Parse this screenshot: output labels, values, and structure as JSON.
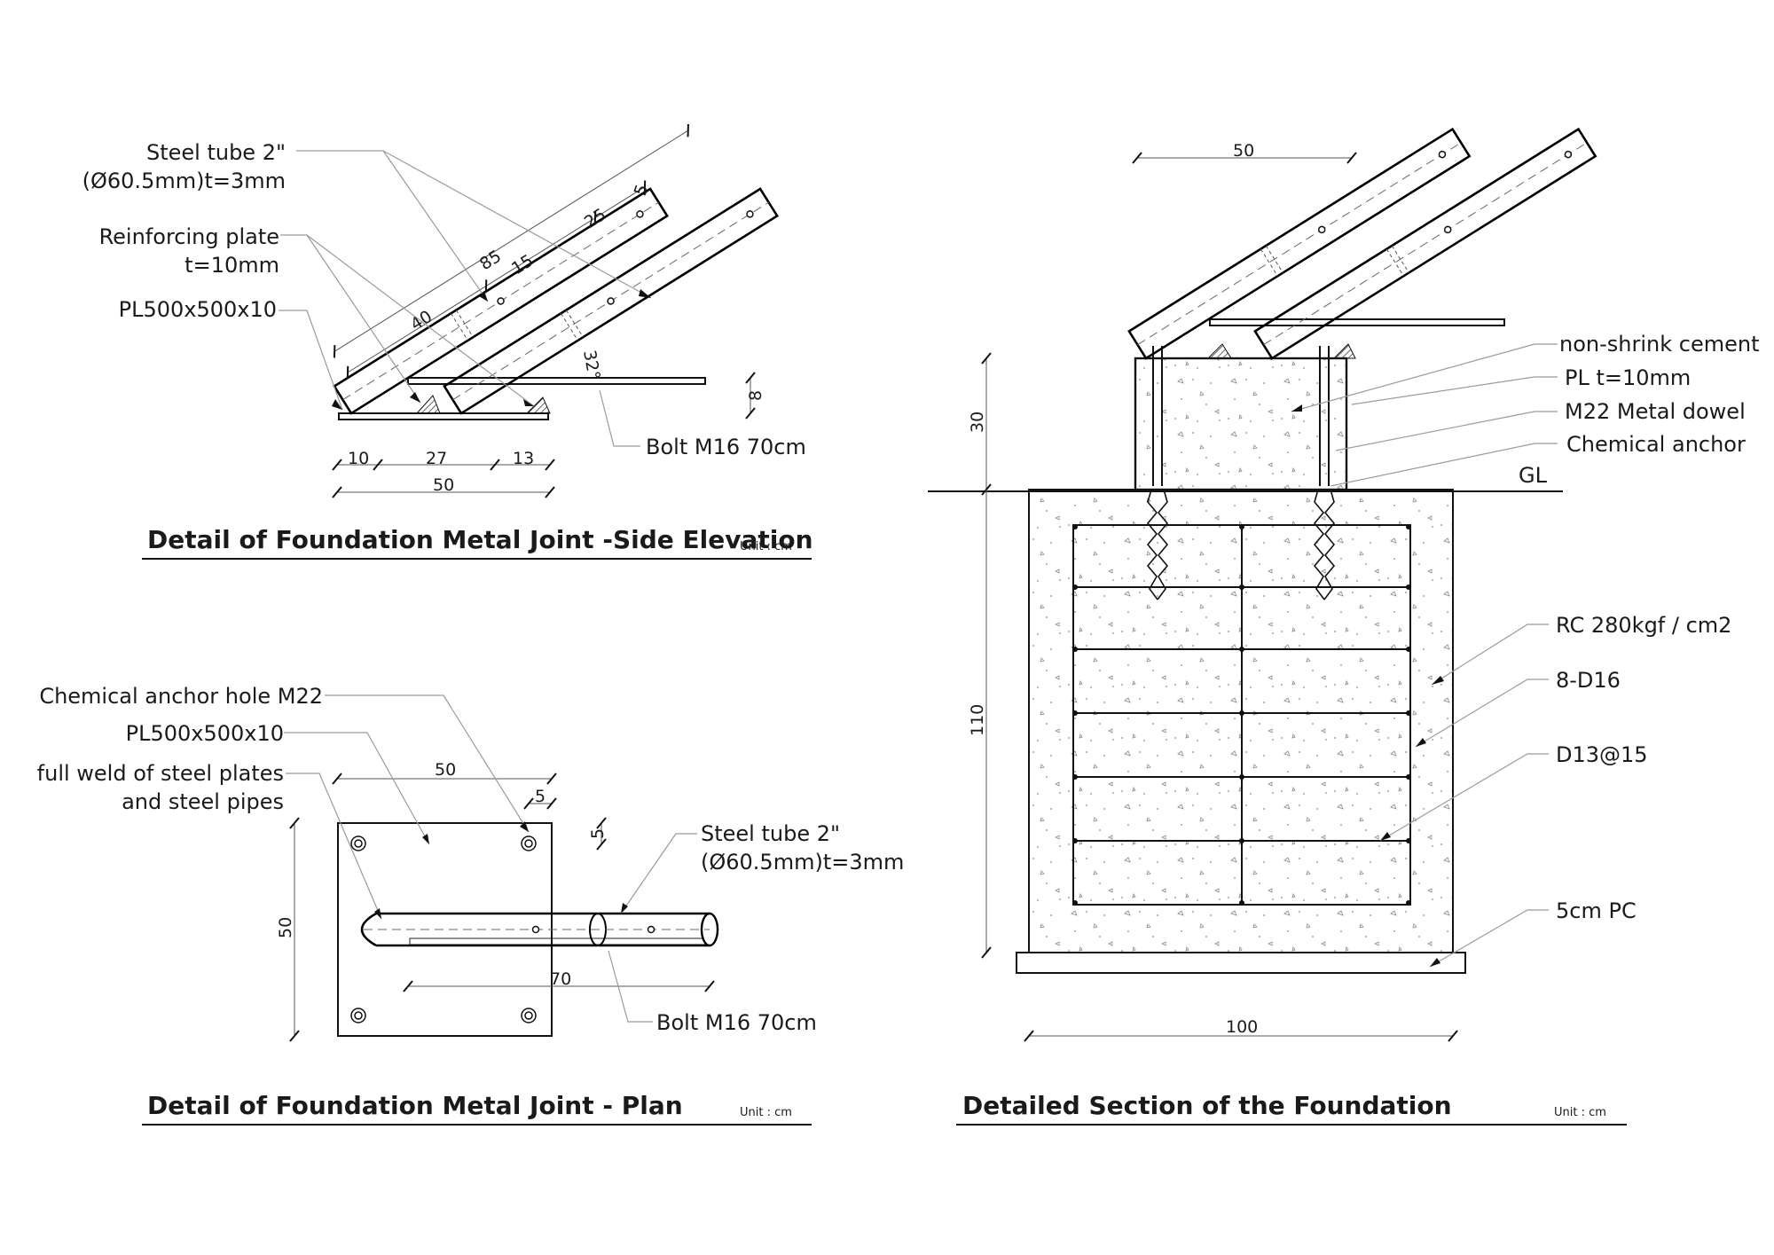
{
  "side_elevation": {
    "title": "Detail of Foundation Metal Joint -Side Elevation",
    "unit": "Unit : cm",
    "labels": {
      "steel_tube_line1": "Steel tube 2\"",
      "steel_tube_line2": "(Ø60.5mm)t=3mm",
      "reinforcing_line1": "Reinforcing plate",
      "reinforcing_line2": "t=10mm",
      "base_plate": "PL500x500x10",
      "bolt": "Bolt M16 70cm"
    },
    "dims": {
      "d85": "85",
      "d15": "15",
      "d25": "25",
      "d5": "5",
      "d40": "40",
      "angle": "32°",
      "d8": "8",
      "d10": "10",
      "d27": "27",
      "d13": "13",
      "d50": "50"
    }
  },
  "plan": {
    "title": "Detail of Foundation Metal Joint -  Plan",
    "unit": "Unit : cm",
    "labels": {
      "anchor_hole": "Chemical anchor hole  M22",
      "base_plate": "PL500x500x10",
      "weld_line1": "full weld of steel plates",
      "weld_line2": "and steel pipes",
      "steel_tube_line1": "Steel tube 2\"",
      "steel_tube_line2": "(Ø60.5mm)t=3mm",
      "bolt": "Bolt M16 70cm"
    },
    "dims": {
      "d50_top": "50",
      "d5_a": "5",
      "d5_b": "5",
      "d50_left": "50",
      "d70": "70"
    }
  },
  "section": {
    "title": "Detailed Section of the Foundation",
    "unit": "Unit : cm",
    "labels": {
      "non_shrink": "non-shrink cement",
      "pl": "PL  t=10mm",
      "dowel": "M22  Metal dowel",
      "anchor": "Chemical anchor",
      "gl": "GL",
      "rc": "RC 280kgf / cm2",
      "d16": "8-D16",
      "d13": "D13@15",
      "pc": "5cm PC"
    },
    "dims": {
      "d50_top": "50",
      "d30": "30",
      "d110": "110",
      "d100": "100"
    }
  }
}
